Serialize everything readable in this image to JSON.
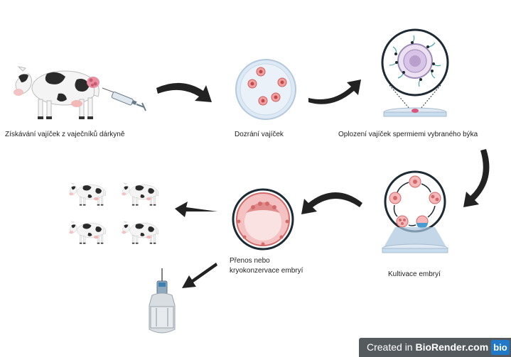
{
  "steps": {
    "collection": "Získávání vajíček z vaječníků dárkyně",
    "maturation": "Dozrání vajíček",
    "fertilization": "Oplození vajíček spermiemi vybraného býka",
    "culture": "Kultivace embryí",
    "transfer_line1": "Přenos nebo",
    "transfer_line2": "kryokonzervace embryí"
  },
  "footer": {
    "created_prefix": "Created in ",
    "brand": "BioRender.com",
    "logo_text": "bio"
  },
  "colors": {
    "arrow": "#222222",
    "dish": "#c8dcf0",
    "cell": "#e67a7a",
    "cow_spot": "#2a2a2a",
    "badge": "#555a5f",
    "logo": "#1f78c8"
  },
  "icons": [
    "cow-icon",
    "syringe-icon",
    "petri-dish-icon",
    "sperm-icon",
    "embryo-icon",
    "cryo-tank-icon",
    "arrow-icon"
  ]
}
